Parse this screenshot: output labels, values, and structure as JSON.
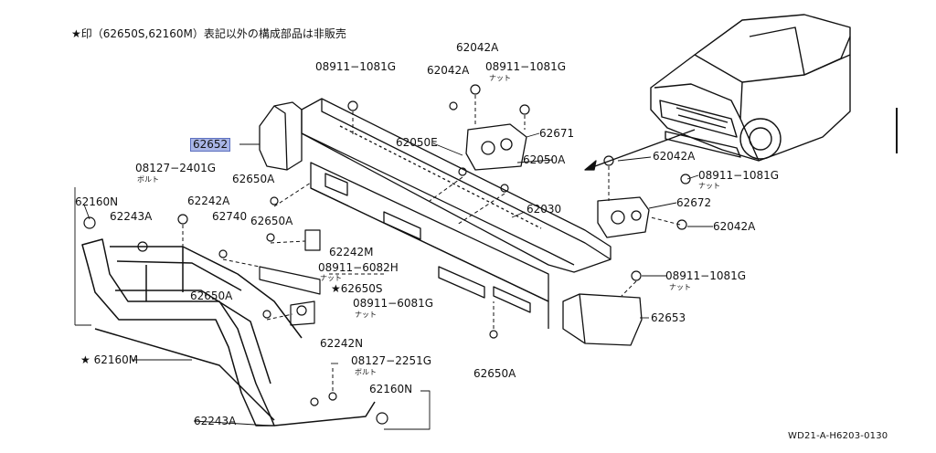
{
  "header_note": "★印（62650S,62160M）表記以外の構成部品は非販売",
  "diagram_id": "WD21-A-H6203-0130",
  "labels": {
    "p62042A_top": "62042A",
    "p62042A_left": "62042A",
    "p08911_1081G_a": "08911−1081G",
    "p08911_1081G_b": "08911−1081G",
    "p62652": "62652",
    "p62050E": "62050E",
    "p62671": "62671",
    "p62050A_a": "62050A",
    "p62042A_r1": "62042A",
    "p08911_1081G_c": "08911−1081G",
    "p08127_2401G": "08127−2401G",
    "p62650A_a": "62650A",
    "p62160N_a": "62160N",
    "p62242A": "62242A",
    "p62243A_a": "62243A",
    "p62740": "62740",
    "p62650A_b": "62650A",
    "p62030": "62030",
    "p62672": "62672",
    "p62042A_r2": "62042A",
    "p62242M": "62242M",
    "p08911_6082H": "08911−6082H",
    "p62650S": "★62650S",
    "p08911_1081G_d": "08911−1081G",
    "p62650A_c": "62650A",
    "p08911_6081G": "08911−6081G",
    "p62653": "62653",
    "p62242N": "62242N",
    "p62160M": "★ 62160M",
    "p08127_2251G": "08127−2251G",
    "p62650A_d": "62650A",
    "p62160N_b": "62160N",
    "p62243A_b": "62243A"
  },
  "sublabels": {
    "nut": "ナット",
    "bolt": "ボルト"
  }
}
